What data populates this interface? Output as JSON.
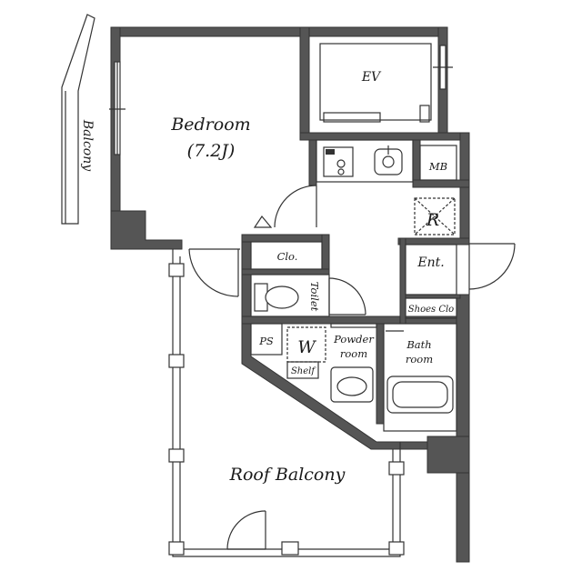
{
  "rooms": {
    "bedroom": "Bedroom",
    "bedroom_size": "(7.2J)",
    "balcony": "Balcony",
    "ev": "EV",
    "mb": "MB",
    "r": "R",
    "ent": "Ent.",
    "shoes": "Shoes Clo",
    "clo": "Clo.",
    "toilet": "Toilet",
    "ps": "PS",
    "w": "W",
    "shelf": "Shelf",
    "powder_1": "Powder",
    "powder_2": "room",
    "bath_1": "Bath",
    "bath_2": "room",
    "roof_balcony": "Roof Balcony"
  },
  "colors": {
    "wall": "#555555",
    "line": "#333333",
    "background": "#ffffff"
  }
}
